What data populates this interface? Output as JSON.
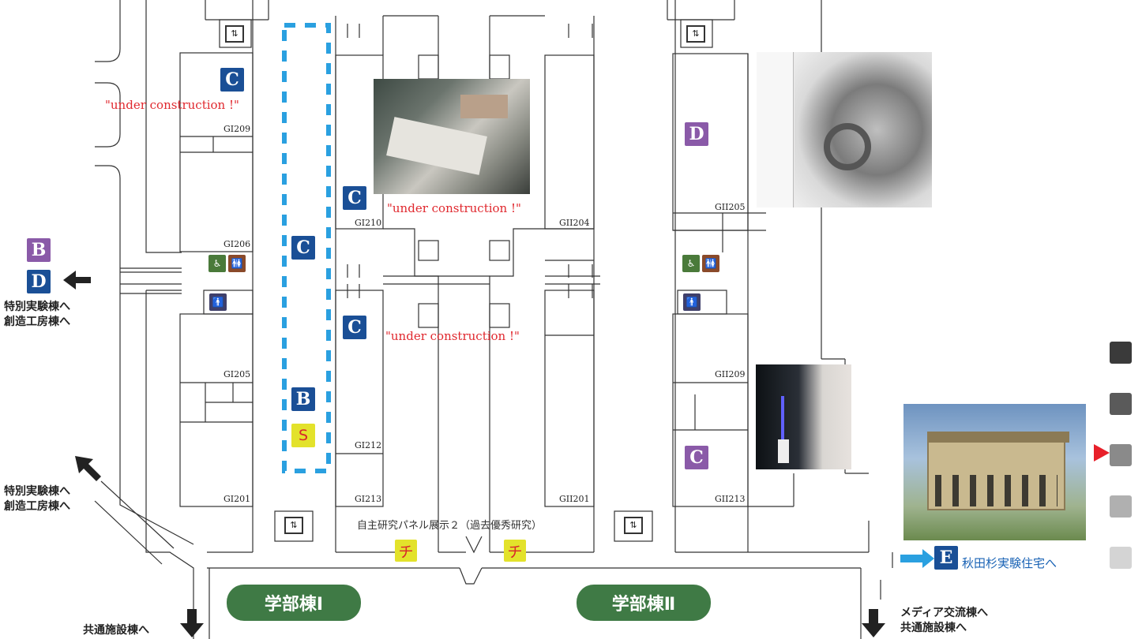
{
  "labels": {
    "C": "C",
    "D": "D",
    "B": "B",
    "S": "S",
    "E": "E",
    "chi": "チ"
  },
  "construction_text": "\"under construction !\"",
  "rooms": {
    "gi209": "GI209",
    "gi206": "GI206",
    "gi205": "GI205",
    "gi201": "GI201",
    "gi210": "GI210",
    "gi212": "GI212",
    "gi213": "GI213",
    "gii204": "GII204",
    "gii201": "GII201",
    "gii205": "GII205",
    "gii209": "GII209",
    "gii213": "GII213"
  },
  "directions": {
    "left_top_line1": "特別実験棟へ",
    "left_top_line2": "創造工房棟へ",
    "left_mid_line1": "特別実験棟へ",
    "left_mid_line2": "創造工房棟へ",
    "bottom_left": "共通施設棟へ",
    "bottom_right_line1": "メディア交流棟へ",
    "bottom_right_line2": "共通施設棟へ",
    "akita": "秋田杉実験住宅へ"
  },
  "buildings": {
    "one": "学部棟Ⅰ",
    "two": "学部棟Ⅱ"
  },
  "panel_note": "自主研究パネル展示２（過去優秀研究）",
  "colors": {
    "blue_badge": "#1a4f96",
    "purple_badge": "#8a5aa8",
    "yellow_badge": "#e3e22b",
    "construction_red": "#e0282e",
    "building_green": "#3f7a45",
    "route_blue": "#2aa0e0",
    "level_indicator": "#e8202a"
  },
  "floor_levels": [
    "level-5",
    "level-4",
    "level-3",
    "level-2",
    "level-1"
  ],
  "current_level_index": 2
}
